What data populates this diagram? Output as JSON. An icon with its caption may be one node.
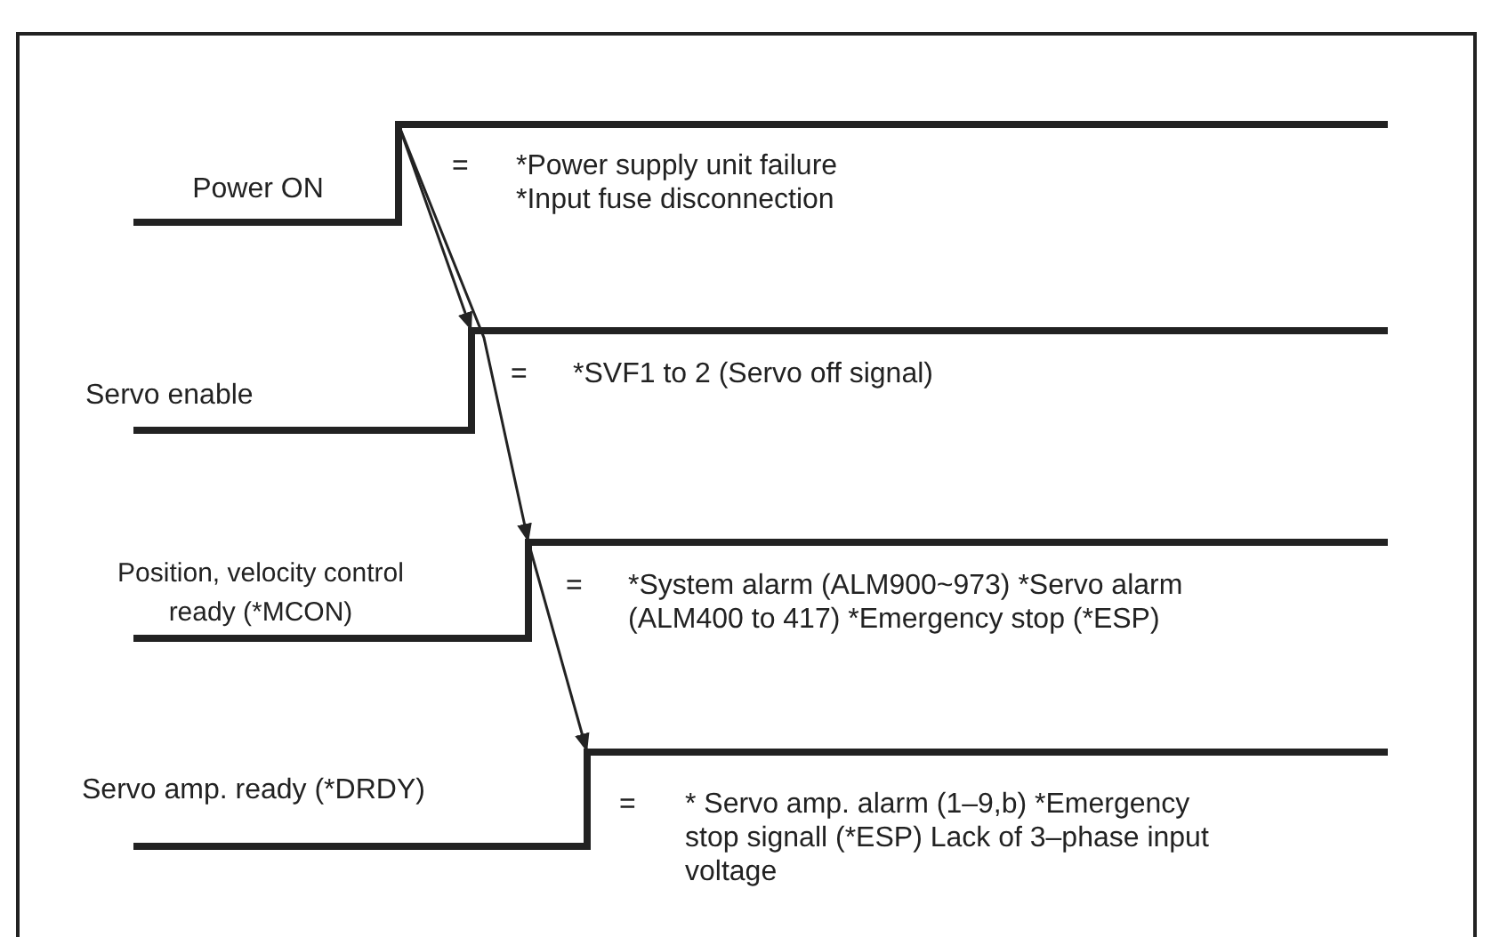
{
  "diagram": {
    "nodes": [
      {
        "text": [
          "Power ON"
        ],
        "beside": [
          "=",
          "*Power supply unit failure",
          "*Input fuse disconnection"
        ]
      },
      {
        "text": [
          "Servo enable"
        ],
        "beside": [
          "=",
          "*SVF1 to 2 (Servo off signal)"
        ]
      },
      {
        "text": [
          "Position, velocity control ready (*MCON)"
        ],
        "beside": [
          "=",
          "*System alarm (ALM900~973) *Servo alarm (ALM400 to 417) *Emergency stop (*ESP)"
        ]
      },
      {
        "text": [
          "Servo amp. ready (*DRDY)"
        ],
        "beside": [
          "=",
          "* Servo amp. alarm (1–9,b) *Emergency stop signall (*ESP) Lack of 3–phase input voltage"
        ]
      }
    ],
    "edges": [
      {
        "from": 0,
        "to": 1,
        "arrow": "to"
      },
      {
        "from": 0,
        "to": 2,
        "arrow": "to"
      },
      {
        "from": 2,
        "to": 3,
        "arrow": "to"
      }
    ]
  }
}
